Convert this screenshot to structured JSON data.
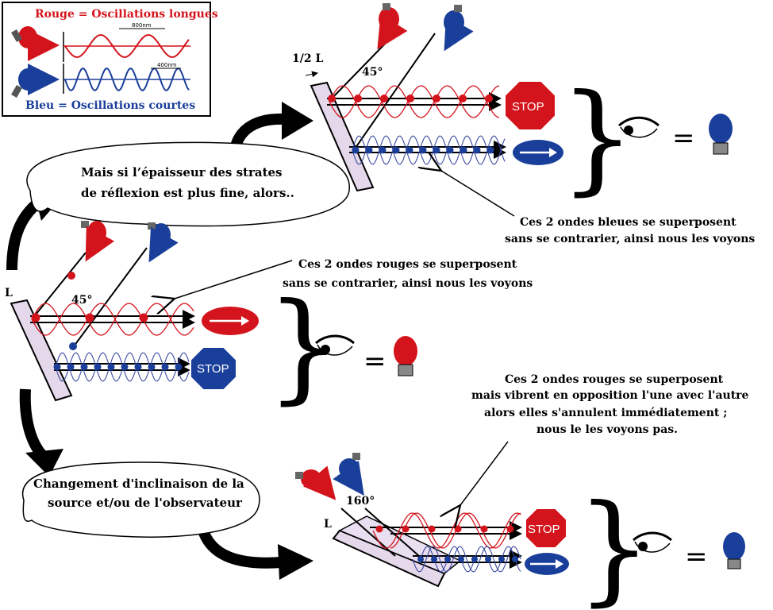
{
  "legend": {
    "red_title": "Rouge = Oscillations longues",
    "blue_title": "Bleu = Oscillations courtes",
    "red_wavelength": "800nm",
    "blue_wavelength": "400nm"
  },
  "colors": {
    "red": "#d4141c",
    "blue": "#1a3f9a",
    "plate": "#e4d8ea"
  },
  "scenario_main": {
    "thickness_label": "L",
    "angle_label": "45°",
    "red_sign": "arrow",
    "blue_sign": "STOP",
    "annotation": [
      "Ces 2 ondes rouges se superposent",
      "sans se contrarier, ainsi nous les voyons"
    ],
    "result": "red-bulb"
  },
  "scenario_top": {
    "thickness_label": "1/2 L",
    "angle_label": "45°",
    "red_sign": "STOP",
    "blue_sign": "arrow",
    "annotation": [
      "Ces 2 ondes bleues se superposent",
      "sans se contrarier, ainsi nous les voyons"
    ],
    "result": "blue-bulb"
  },
  "scenario_bottom": {
    "thickness_label": "L",
    "angle_label": "160°",
    "red_sign": "STOP",
    "blue_sign": "arrow",
    "annotation": [
      "Ces 2 ondes rouges se superposent",
      "mais vibrent en opposition l'une avec l'autre",
      "alors elles s'annulent immédiatement ;",
      "nous le les voyons pas."
    ],
    "result": "blue-bulb"
  },
  "bubbles": {
    "top": [
      "Mais si l’épaisseur des strates",
      "de réflexion est plus fine, alors.."
    ],
    "bottom": [
      "Changement d'inclinaison de la",
      "source et/ou de l'observateur"
    ]
  },
  "equals": "=",
  "icons": [
    "red-bulb-icon",
    "blue-bulb-icon",
    "eye-icon",
    "stop-sign-icon",
    "arrow-sign-icon",
    "brace-icon"
  ]
}
